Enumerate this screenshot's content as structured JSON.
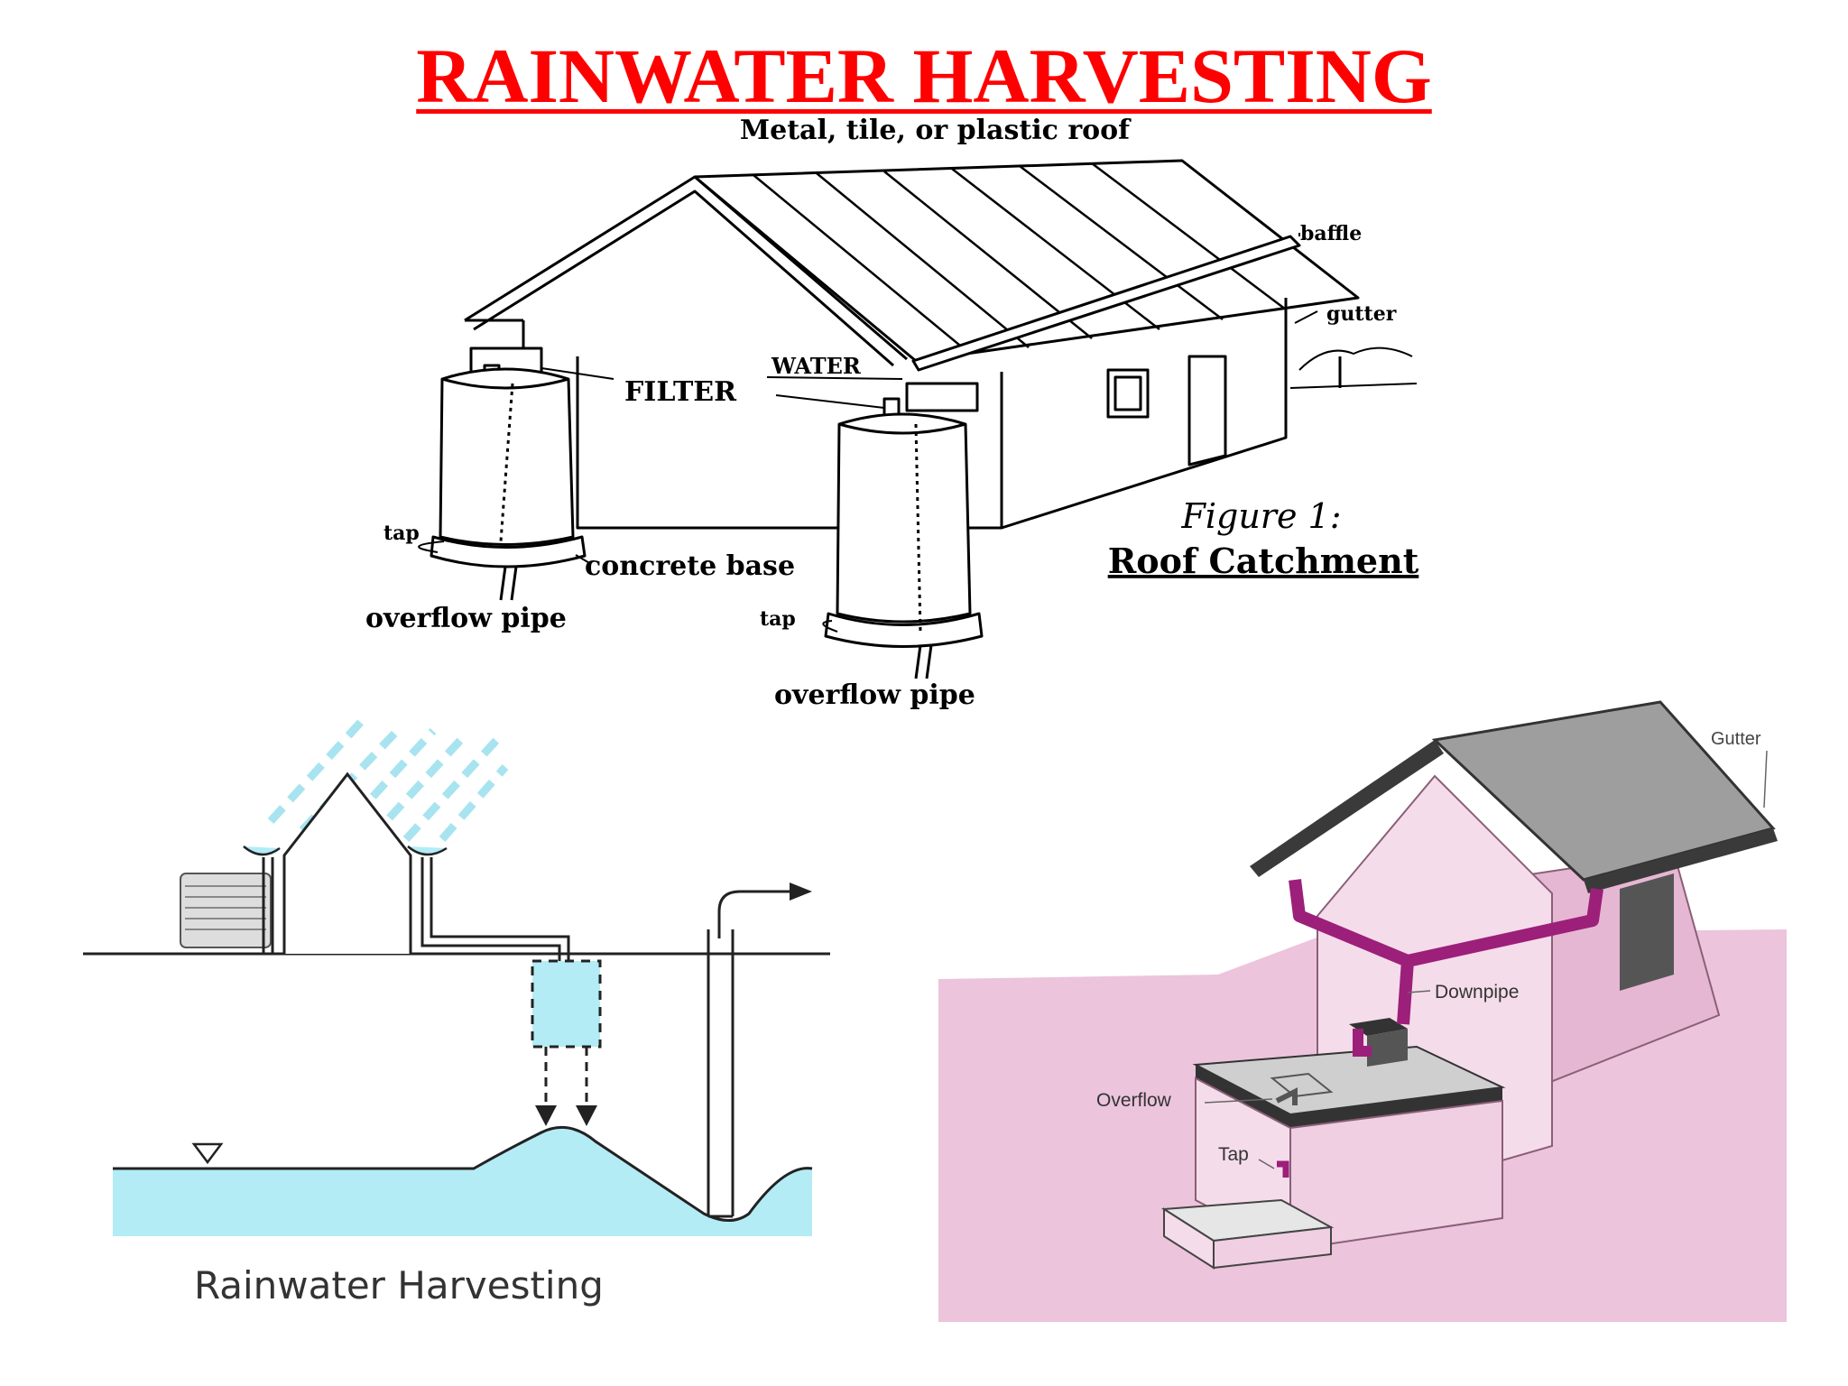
{
  "title": "RAINWATER HARVESTING",
  "figure1": {
    "roof_label": "Metal, tile, or plastic roof",
    "baffle": "baffle",
    "gutter": "gutter",
    "water": "WATER",
    "filter": "FILTER",
    "tap_left": "tap",
    "concrete_base": "concrete base",
    "overflow_left": "overflow pipe",
    "tap_right": "tap",
    "overflow_right": "overflow pipe",
    "caption_line1": "Figure 1:",
    "caption_line2": "Roof Catchment"
  },
  "figure2": {
    "caption": "Rainwater Harvesting"
  },
  "figure3": {
    "gutter": "Gutter",
    "downpipe": "Downpipe",
    "overflow": "Overflow",
    "tap": "Tap"
  },
  "colors": {
    "title": "#ff0000",
    "water": "#b3ecf5",
    "pink_ground": "#ecc4dc",
    "pipe": "#9c1f7a"
  }
}
